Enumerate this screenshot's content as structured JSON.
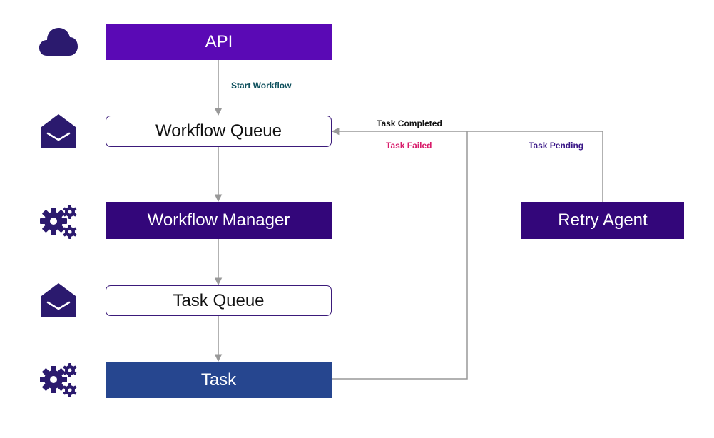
{
  "colors": {
    "api": "#5a09b5",
    "manager": "#33067a",
    "retry": "#33067a",
    "task": "#26468f",
    "icon": "#2b1a6e",
    "edge": "#999999",
    "label_start": "#0d4f5c",
    "label_completed": "#111111",
    "label_failed": "#d81b6a",
    "label_pending": "#3a1787"
  },
  "nodes": {
    "api": {
      "label": "API"
    },
    "workflow_queue": {
      "label": "Workflow Queue"
    },
    "workflow_manager": {
      "label": "Workflow Manager"
    },
    "task_queue": {
      "label": "Task Queue"
    },
    "task": {
      "label": "Task"
    },
    "retry_agent": {
      "label": "Retry Agent"
    }
  },
  "edge_labels": {
    "start_workflow": "Start Workflow",
    "task_completed": "Task Completed",
    "task_failed": "Task Failed",
    "task_pending": "Task Pending"
  },
  "icons": [
    "cloud-icon",
    "envelope-icon",
    "gears-icon",
    "envelope-icon",
    "gears-icon"
  ]
}
